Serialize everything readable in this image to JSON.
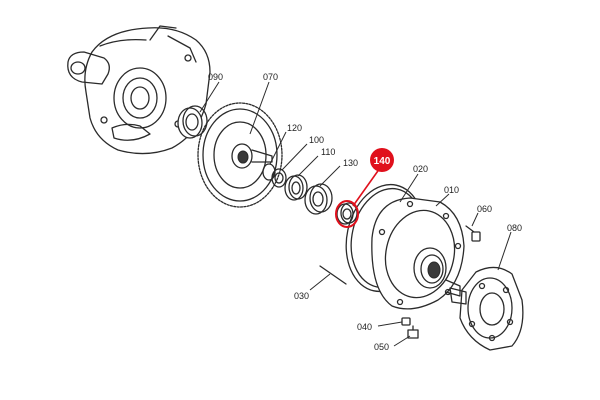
{
  "colors": {
    "line": "#2b2b2b",
    "highlight": "#e0101c",
    "background": "#ffffff"
  },
  "callouts": [
    {
      "id": "090",
      "label": "090"
    },
    {
      "id": "070",
      "label": "070"
    },
    {
      "id": "120",
      "label": "120"
    },
    {
      "id": "100",
      "label": "100"
    },
    {
      "id": "110",
      "label": "110"
    },
    {
      "id": "130",
      "label": "130"
    },
    {
      "id": "140",
      "label": "140",
      "highlighted": true
    },
    {
      "id": "020",
      "label": "020"
    },
    {
      "id": "010",
      "label": "010"
    },
    {
      "id": "060",
      "label": "060"
    },
    {
      "id": "080",
      "label": "080"
    },
    {
      "id": "030",
      "label": "030"
    },
    {
      "id": "040",
      "label": "040"
    },
    {
      "id": "050",
      "label": "050"
    }
  ]
}
